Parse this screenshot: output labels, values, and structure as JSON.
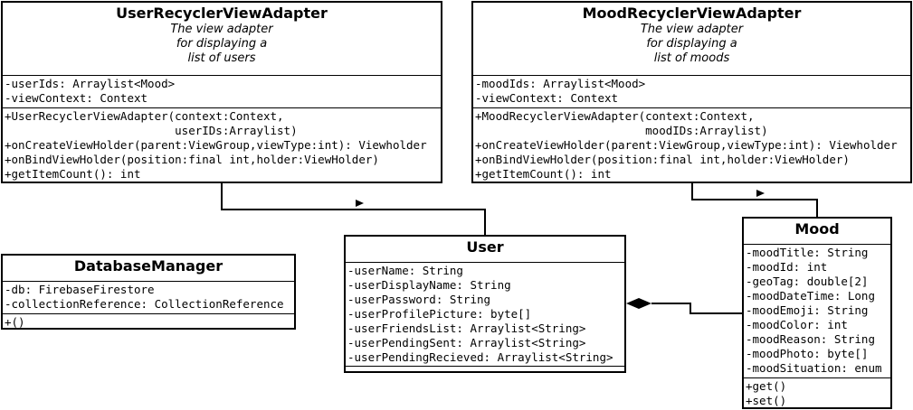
{
  "classes": {
    "user_adapter": {
      "name": "UserRecyclerViewAdapter",
      "description": "The view adapter\nfor displaying a\nlist of users",
      "attributes": [
        "-userIds: Arraylist<Mood>",
        "-viewContext: Context"
      ],
      "methods": [
        "+UserRecyclerViewAdapter(context:Context,",
        "                         userIDs:Arraylist)",
        "+onCreateViewHolder(parent:ViewGroup,viewType:int): Viewholder",
        "+onBindViewHolder(position:final int,holder:ViewHolder)",
        "+getItemCount(): int"
      ]
    },
    "mood_adapter": {
      "name": "MoodRecyclerViewAdapter",
      "description": "The view adapter\nfor displaying a\nlist of moods",
      "attributes": [
        "-moodIds: Arraylist<Mood>",
        "-viewContext: Context"
      ],
      "methods": [
        "+MoodRecyclerViewAdapter(context:Context,",
        "                         moodIDs:Arraylist)",
        "+onCreateViewHolder(parent:ViewGroup,viewType:int): Viewholder",
        "+onBindViewHolder(position:final int,holder:ViewHolder)",
        "+getItemCount(): int"
      ]
    },
    "database_manager": {
      "name": "DatabaseManager",
      "attributes": [
        "-db: FirebaseFirestore",
        "-collectionReference: CollectionReference"
      ],
      "methods": [
        "+()"
      ]
    },
    "user": {
      "name": "User",
      "attributes": [
        "-userName: String",
        "-userDisplayName: String",
        "-userPassword: String",
        "-userProfilePicture: byte[]",
        "-userFriendsList: Arraylist<String>",
        "-userPendingSent: Arraylist<String>",
        "-userPendingRecieved: Arraylist<String>"
      ],
      "methods": []
    },
    "mood": {
      "name": "Mood",
      "attributes": [
        "-moodTitle: String",
        "-moodId: int",
        "-geoTag: double[2]",
        "-moodDateTime: Long",
        "-moodEmoji: String",
        "-moodColor: int",
        "-moodReason: String",
        "-moodPhoto: byte[]",
        "-moodSituation: enum"
      ],
      "methods": [
        "+get()",
        "+set()"
      ]
    }
  }
}
